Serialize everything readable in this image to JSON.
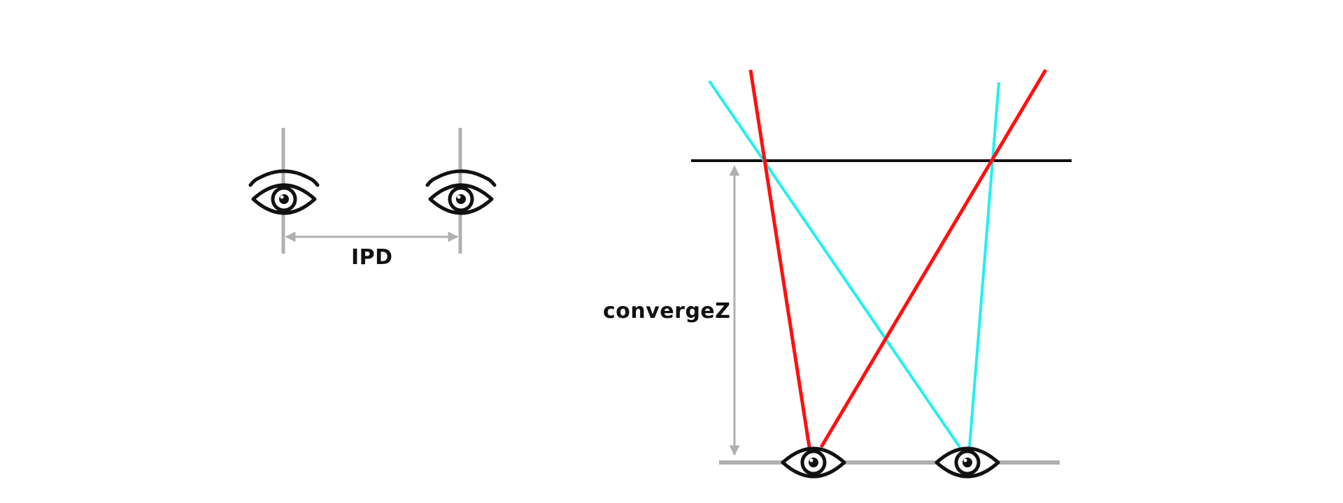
{
  "labels": {
    "ipd": "IPD",
    "converge": "convergeZ"
  },
  "colors": {
    "guide_gray": "#b0b0b0",
    "eye_stroke": "#111111",
    "plane_line": "#111111",
    "ray_red": "#ff1010",
    "ray_cyan": "#22f0f0",
    "background": "#ffffff"
  },
  "icons": {
    "eye": "eye-icon",
    "arrow": "double-arrow"
  }
}
